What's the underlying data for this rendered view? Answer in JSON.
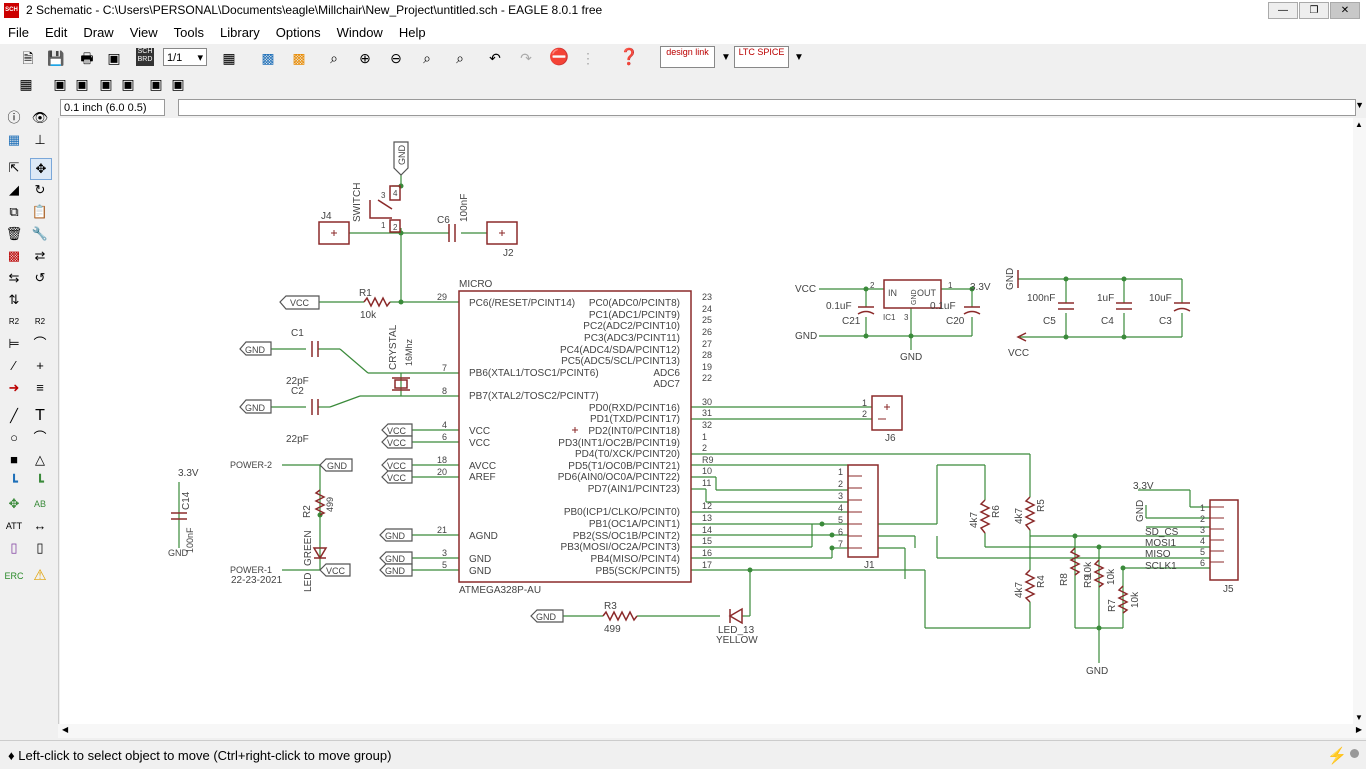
{
  "window": {
    "title": "2 Schematic - C:\\Users\\PERSONAL\\Documents\\eagle\\Millchair\\New_Project\\untitled.sch - EAGLE 8.0.1 free",
    "app_icon": "SCH"
  },
  "menu": [
    "File",
    "Edit",
    "Draw",
    "View",
    "Tools",
    "Library",
    "Options",
    "Window",
    "Help"
  ],
  "toolbar": {
    "sheet_select": "1/1",
    "design_link": "design link",
    "ltc_spice": "LTC SPICE",
    "sch_brd": "SCH BRD"
  },
  "coord_display": "0.1 inch (6.0 0.5)",
  "status_message": "Left-click to select object to move (Ctrl+right-click to move group)",
  "schematic": {
    "colors": {
      "wire": "#3a8a3a",
      "part": "#8b2a2a",
      "text": "#444444"
    },
    "texts": {
      "micro": "MICRO",
      "atmega": "ATMEGA328P-AU",
      "pc6": "PC6(/RESET/PCINT14)",
      "pb6": "PB6(XTAL1/TOSC1/PCINT6)",
      "pb7": "PB7(XTAL2/TOSC2/PCINT7)",
      "vcc1": "VCC",
      "vcc2": "VCC",
      "avcc": "AVCC",
      "aref": "AREF",
      "agnd": "AGND",
      "gnd1": "GND",
      "gnd2": "GND",
      "pc0": "PC0(ADC0/PCINT8)",
      "pc1": "PC1(ADC1/PCINT9)",
      "pc2": "PC2(ADC2/PCINT10)",
      "pc3": "PC3(ADC3/PCINT11)",
      "pc4": "PC4(ADC4/SDA/PCINT12)",
      "pc5": "PC5(ADC5/SCL/PCINT13)",
      "adc6": "ADC6",
      "adc7": "ADC7",
      "pd0": "PD0(RXD/PCINT16)",
      "pd1": "PD1(TXD/PCINT17)",
      "pd2": "PD2(INT0/PCINT18)",
      "pd3": "PD3(INT1/OC2B/PCINT19)",
      "pd4": "PD4(T0/XCK/PCINT20)",
      "pd5": "PD5(T1/OC0B/PCINT21)",
      "pd6": "PD6(AIN0/OC0A/PCINT22)",
      "pd7": "PD7(AIN1/PCINT23)",
      "pb0": "PB0(ICP1/CLKO/PCINT0)",
      "pb1": "PB1(OC1A/PCINT1)",
      "pb2": "PB2(SS/OC1B/PCINT2)",
      "pb3": "PB3(MOSI/OC2A/PCINT3)",
      "pb4": "PB4(MISO/PCINT4)",
      "pb5": "PB5(SCK/PCINT5)",
      "n29": "29",
      "n7": "7",
      "n8": "8",
      "n4": "4",
      "n6": "6",
      "n18": "18",
      "n20": "20",
      "n21": "21",
      "n3": "3",
      "n5": "5",
      "r23": "23",
      "r24": "24",
      "r25": "25",
      "r26": "26",
      "r27": "27",
      "r28": "28",
      "r19": "19",
      "r22": "22",
      "r30": "30",
      "r31": "31",
      "r32": "32",
      "r1": "1",
      "r2": "2",
      "r9": "R9",
      "r10": "10",
      "r11": "11",
      "r12": "12",
      "r13": "13",
      "r14": "14",
      "r15": "15",
      "r16": "16",
      "r17": "17",
      "gnd_top": "GND",
      "switch": "SWITCH",
      "sw3": "3",
      "sw4": "4",
      "sw1": "1",
      "sw2": "2",
      "j4": "J4",
      "c6": "C6",
      "c6v": "100nF",
      "j2": "J2",
      "vcc_r1": "VCC",
      "r1name": "R1",
      "r1v": "10k",
      "c1": "C1",
      "c2": "C2",
      "gnd_c1": "GND",
      "gnd_c2": "GND",
      "pf1": "22pF",
      "pf2": "22pF",
      "crystal": "CRYSTAL",
      "mhz": "16Mhz",
      "vcc_a": "VCC",
      "vcc_b": "VCC",
      "vcc_c": "VCC",
      "vcc_d": "VCC",
      "gnd_a": "GND",
      "gnd_b": "GND",
      "gnd_c": "GND",
      "v33a": "3.3V",
      "c14": "C14",
      "c14v": "100nF",
      "gnd_c14": "GND",
      "power2": "POWER-2",
      "gnd_p2": "GND",
      "r2name": "R2",
      "r2v": "499",
      "led": "LED",
      "green": "GREEN",
      "power1": "POWER-1",
      "date": "22-23-2021",
      "vcc_led": "VCC",
      "gnd_r3": "GND",
      "r3name": "R3",
      "r3v": "499",
      "led13": "LED_13",
      "yellow": "YELLOW",
      "vcc_reg": "VCC",
      "gnd_reg": "GND",
      "in": "IN",
      "out": "OUT",
      "gnd_reg_pin": "GND",
      "ic1": "IC1",
      "reg2": "2",
      "reg1": "1",
      "reg3": "3",
      "v33b": "3.3V",
      "c21v": "0.1uF",
      "c21": "C21",
      "c20v": "0.1uF",
      "c20": "C20",
      "gnd_reg_bot": "GND",
      "gnd_caps": "GND",
      "c5v": "100nF",
      "c4v": "1uF",
      "c3v": "10uF",
      "c5": "C5",
      "c4": "C4",
      "c3": "C3",
      "vcc_caps": "VCC",
      "j6": "J6",
      "j6p1": "1",
      "j6p2": "2",
      "j1": "J1",
      "j1p1": "1",
      "j1p2": "2",
      "j1p3": "3",
      "j1p4": "4",
      "j1p5": "5",
      "j1p6": "6",
      "j1p7": "7",
      "r6v": "4k7",
      "r6": "R6",
      "r5v": "4k7",
      "r5": "R5",
      "r4v": "4k7",
      "r4": "R4",
      "r8": "R8",
      "r8v": "10k",
      "r9v": "10k",
      "r7": "R7",
      "r7v": "10k",
      "gnd_rbot": "GND",
      "v33c": "3.3V",
      "gnd_j5": "GND",
      "sdcs": "SD_CS",
      "mosi1": "MOSI1",
      "miso": "MISO",
      "sclk1": "SCLK1",
      "j5": "J5",
      "j5p1": "1",
      "j5p2": "2",
      "j5p3": "3",
      "j5p4": "4",
      "j5p5": "5",
      "j5p6": "6"
    }
  }
}
